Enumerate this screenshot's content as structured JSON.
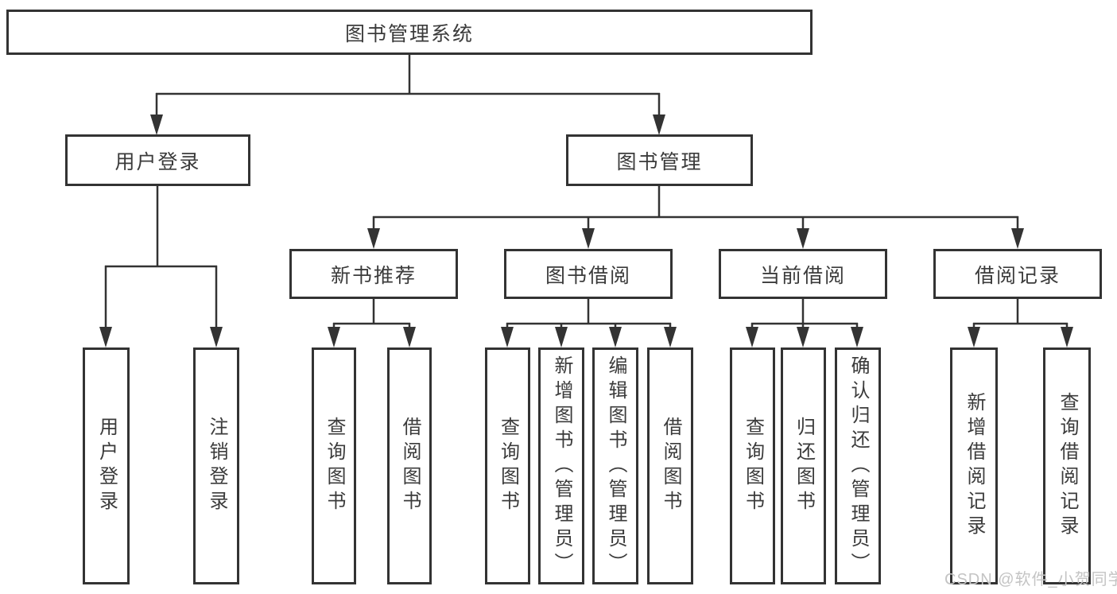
{
  "diagram": {
    "root": {
      "label": "图书管理系统"
    },
    "user_login": {
      "label": "用户登录",
      "children": [
        {
          "label": "用户登录"
        },
        {
          "label": "注销登录"
        }
      ]
    },
    "book_management": {
      "label": "图书管理",
      "children": [
        {
          "label": "新书推荐",
          "children": [
            {
              "label": "查询图书"
            },
            {
              "label": "借阅图书"
            }
          ]
        },
        {
          "label": "图书借阅",
          "children": [
            {
              "label": "查询图书"
            },
            {
              "label": "新增图书（管理员）"
            },
            {
              "label": "编辑图书（管理员）"
            },
            {
              "label": "借阅图书"
            }
          ]
        },
        {
          "label": "当前借阅",
          "children": [
            {
              "label": "查询图书"
            },
            {
              "label": "归还图书"
            },
            {
              "label": "确认归还（管理员）"
            }
          ]
        },
        {
          "label": "借阅记录",
          "children": [
            {
              "label": "新增借阅记录"
            },
            {
              "label": "查询借阅记录"
            }
          ]
        }
      ]
    }
  },
  "watermark": {
    "text": "CSDN @软件_小贺同学"
  },
  "colors": {
    "line": "#333333",
    "text": "#3b3b3b",
    "background": "#ffffff",
    "watermark": "#c4c4c4"
  }
}
